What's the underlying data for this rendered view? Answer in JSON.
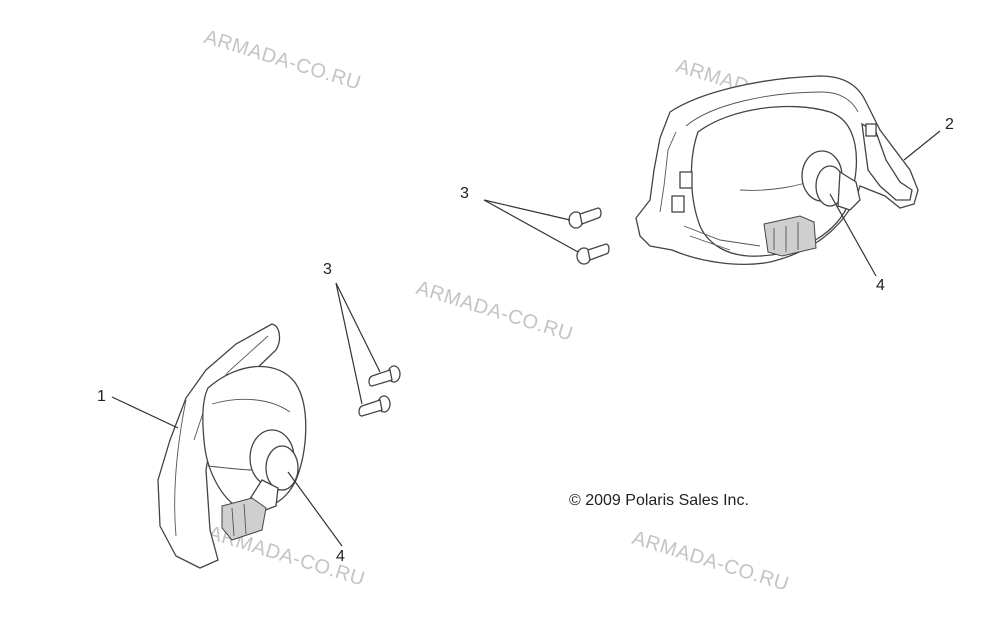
{
  "watermark_text": "ARMADA-CO.RU",
  "copyright": "© 2009 Polaris Sales Inc.",
  "callouts": {
    "c1": "1",
    "c2": "2",
    "c3_upper": "3",
    "c3_lower": "3",
    "c4_right": "4",
    "c4_left": "4"
  },
  "colors": {
    "line": "#333333",
    "watermark": "#c4c4c4"
  }
}
